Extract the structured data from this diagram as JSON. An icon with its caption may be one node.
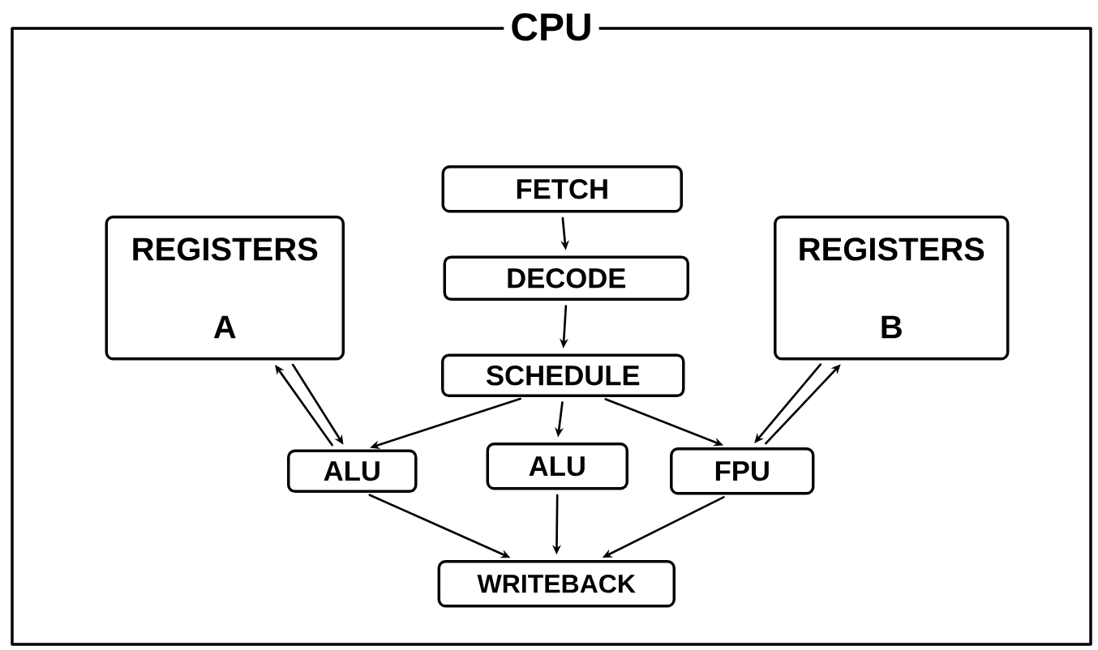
{
  "diagram": {
    "nodes": [
      {
        "text": [
          "CPU"
        ]
      },
      {
        "text": [
          "FETCH"
        ],
        "in": 0
      },
      {
        "text": [
          "DECODE"
        ],
        "in": 0
      },
      {
        "text": [
          "SCHEDULE"
        ],
        "in": 0
      },
      {
        "text": [
          "REGISTERS A"
        ],
        "in": 0
      },
      {
        "text": [
          "REGISTERS B"
        ],
        "in": 0
      },
      {
        "text": [
          "ALU"
        ],
        "in": 0
      },
      {
        "text": [
          "ALU"
        ],
        "in": 0
      },
      {
        "text": [
          "FPU"
        ],
        "in": 0
      },
      {
        "text": [
          "WRITEBACK"
        ],
        "in": 0
      }
    ],
    "edges": [
      {
        "from": 1,
        "to": 2,
        "arrow": "to"
      },
      {
        "from": 2,
        "to": 3,
        "arrow": "to"
      },
      {
        "from": 3,
        "to": 6,
        "arrow": "to"
      },
      {
        "from": 3,
        "to": 7,
        "arrow": "to"
      },
      {
        "from": 3,
        "to": 8,
        "arrow": "to"
      },
      {
        "from": 6,
        "to": 4,
        "arrow": "to"
      },
      {
        "from": 4,
        "to": 6,
        "arrow": "to"
      },
      {
        "from": 8,
        "to": 5,
        "arrow": "to"
      },
      {
        "from": 5,
        "to": 8,
        "arrow": "to"
      },
      {
        "from": 6,
        "to": 9,
        "arrow": "to"
      },
      {
        "from": 7,
        "to": 9,
        "arrow": "to"
      },
      {
        "from": 8,
        "to": 9,
        "arrow": "to"
      }
    ]
  }
}
